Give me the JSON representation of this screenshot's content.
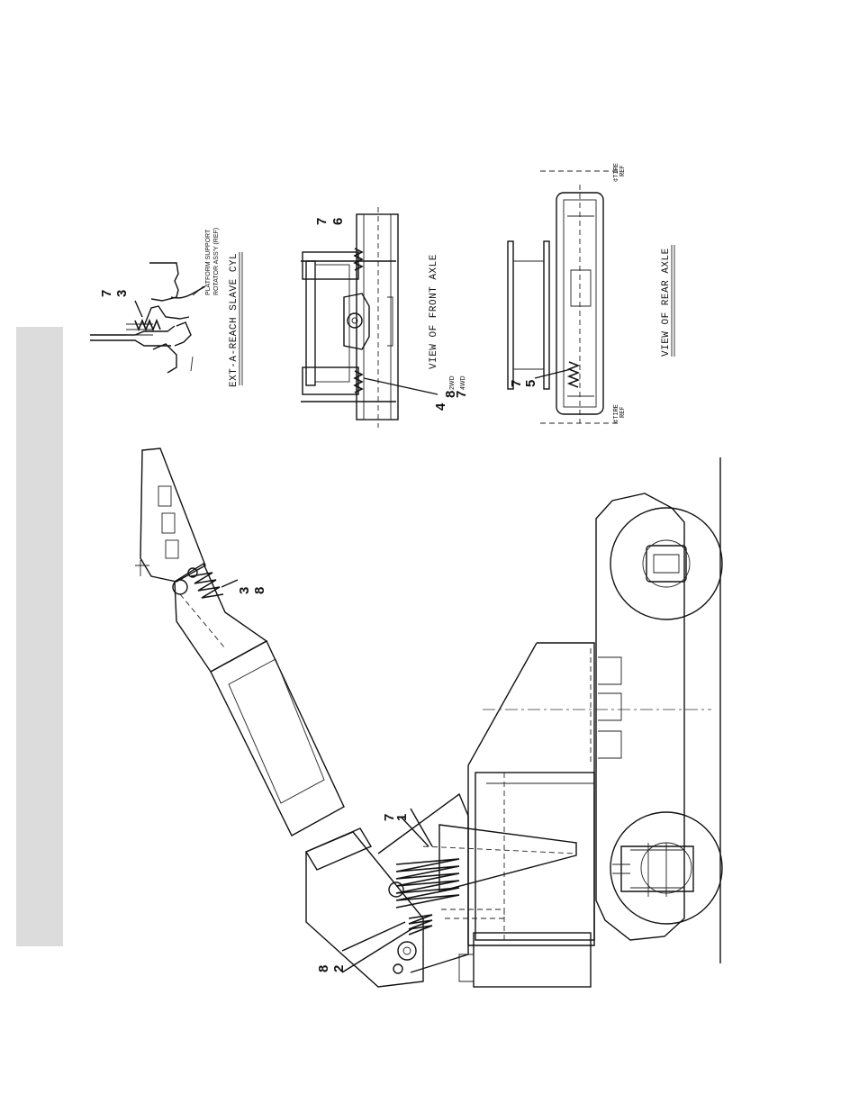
{
  "captions": {
    "slave_cyl": "EXT-A-REACH SLAVE CYL",
    "front_axle": "VIEW OF FRONT AXLE",
    "rear_axle": "VIEW OF REAR AXLE"
  },
  "notes": {
    "platform_line1": "PLATFORM SUPPORT",
    "platform_line2": "ROTATOR ASS'Y (REF)",
    "tire_ref_top_1": "¢TIRE",
    "tire_ref_top_2": "REF",
    "tire_ref_bot_1": "¢TIRE",
    "tire_ref_bot_2": "REF",
    "wd2": "2WD",
    "wd4": "4WD"
  },
  "callouts": {
    "slave_7": "7",
    "slave_3": "3",
    "front_7": "7",
    "front_6": "6",
    "front_4": "4",
    "front_8": "8",
    "front_7b": "7",
    "rear_7": "7",
    "rear_5": "5",
    "boom_3": "3",
    "boom_8": "8",
    "lift_7": "7",
    "lift_1": "1",
    "base_8": "8",
    "base_2": "2"
  }
}
